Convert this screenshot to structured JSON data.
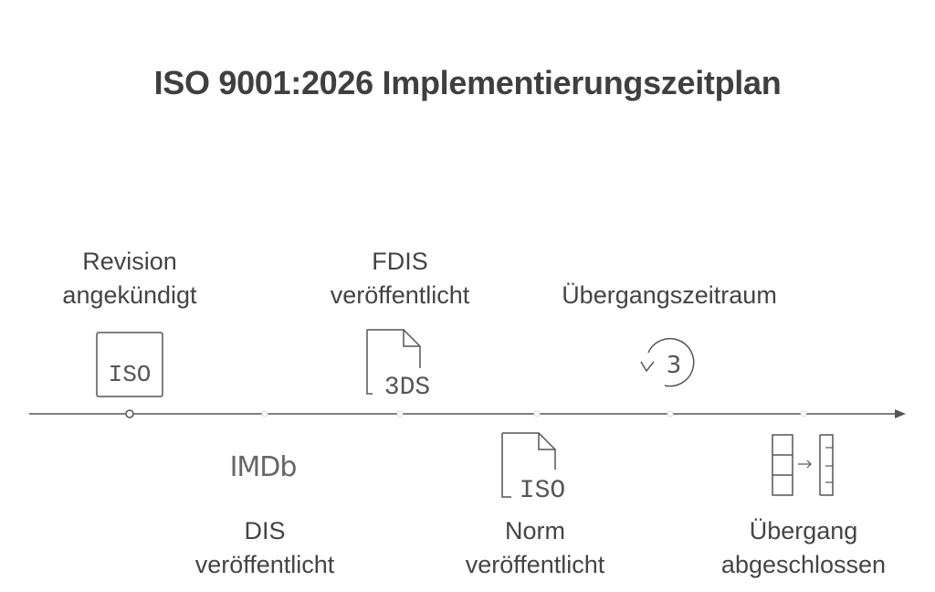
{
  "title": "ISO 9001:2026 Implementierungszeitplan",
  "milestones": [
    {
      "lines": [
        "Revision",
        "angekündigt"
      ],
      "icon": "iso-document-icon",
      "icon_text": "ISO"
    },
    {
      "lines": [
        "DIS",
        "veröffentlicht"
      ],
      "icon": "imdb-text-icon",
      "icon_text": "IMDb"
    },
    {
      "lines": [
        "FDIS",
        "veröffentlicht"
      ],
      "icon": "file-icon",
      "icon_text": "3DS"
    },
    {
      "lines": [
        "Norm",
        "veröffentlicht"
      ],
      "icon": "file-icon",
      "icon_text": "ISO"
    },
    {
      "lines": [
        "Übergangszeitraum"
      ],
      "icon": "countdown-icon",
      "icon_text": "3"
    },
    {
      "lines": [
        "Übergang",
        "abgeschlossen"
      ],
      "icon": "transfer-icon",
      "icon_text": ""
    }
  ],
  "colors": {
    "text": "#444444",
    "title": "#3f3f3f",
    "line": "#555555",
    "icon": "#555555"
  }
}
